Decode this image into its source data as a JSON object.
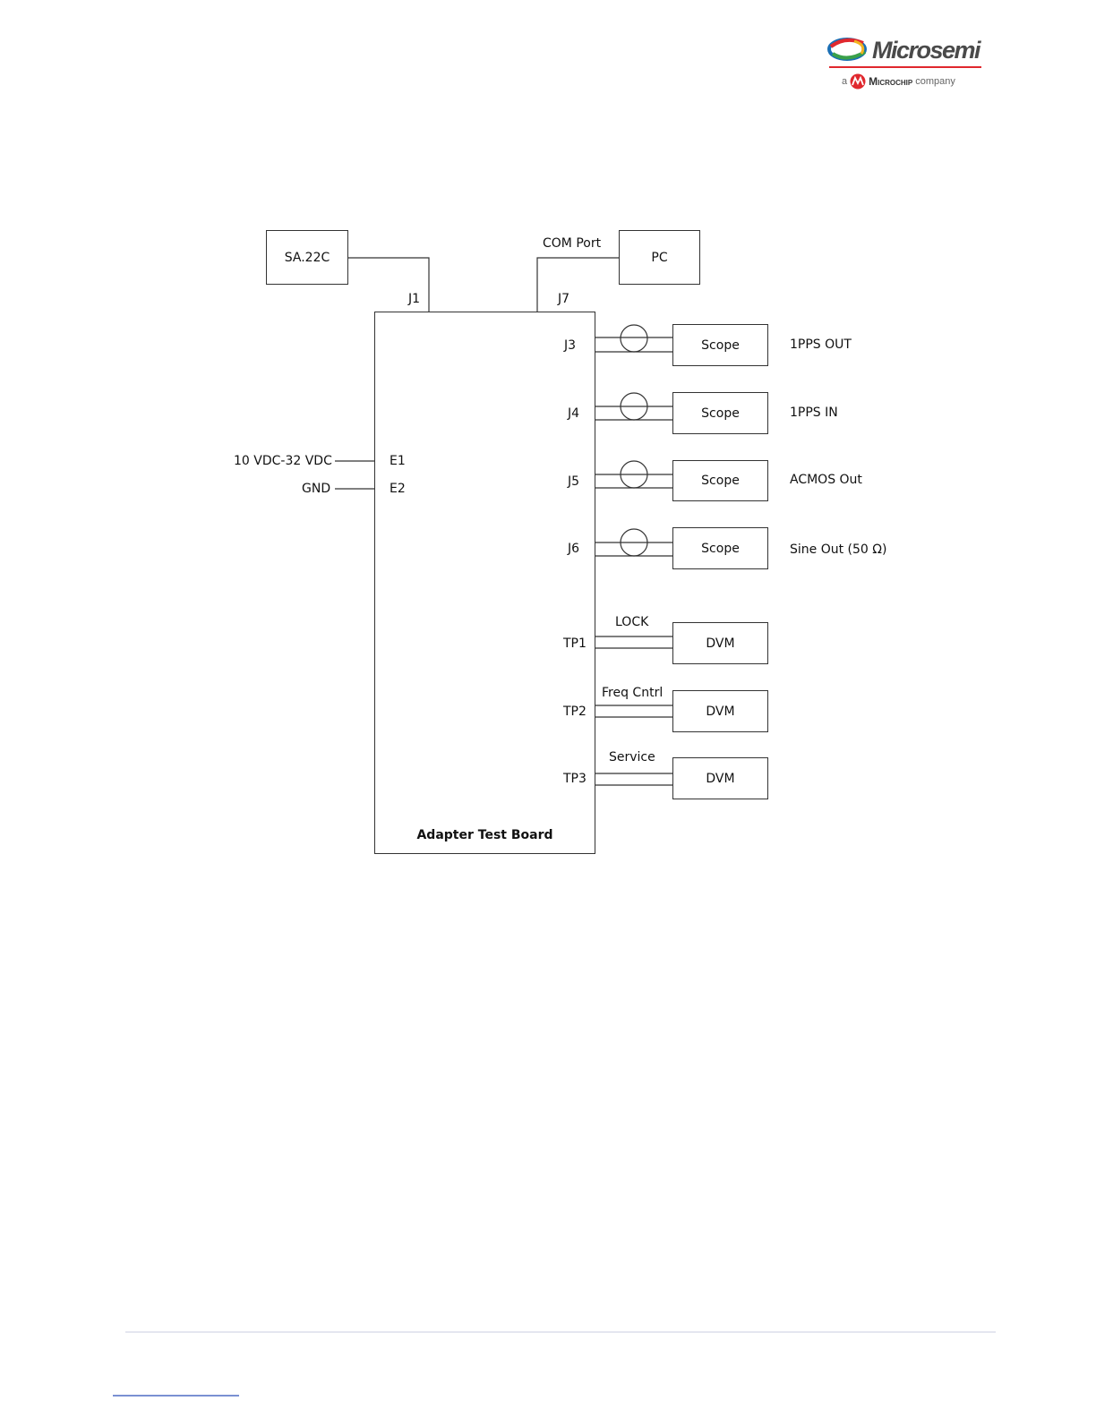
{
  "header": {
    "logo_name": "Microsemi",
    "logo_tagline_prefix": "a",
    "logo_tagline_brand": "Microchip",
    "logo_tagline_suffix": "company",
    "colors": {
      "red": "#e0282e",
      "blue": "#1a6fb5",
      "green": "#3aa04a",
      "yellow": "#f2b320",
      "text": "#4a4a4a"
    }
  },
  "diagram": {
    "sa22c": "SA.22C",
    "pc": "PC",
    "com_port": "COM Port",
    "j1": "J1",
    "j7": "J7",
    "board_title": "Adapter Test Board",
    "power": {
      "vin_label": "10 VDC-32 VDC",
      "gnd_label": "GND",
      "e1": "E1",
      "e2": "E2"
    },
    "coax_outputs": [
      {
        "connector": "J3",
        "instrument": "Scope",
        "signal": "1PPS OUT"
      },
      {
        "connector": "J4",
        "instrument": "Scope",
        "signal": "1PPS IN"
      },
      {
        "connector": "J5",
        "instrument": "Scope",
        "signal": "ACMOS Out"
      },
      {
        "connector": "J6",
        "instrument": "Scope",
        "signal": "Sine Out (50 Ω)"
      }
    ],
    "test_points": [
      {
        "connector": "TP1",
        "instrument": "DVM",
        "signal": "LOCK"
      },
      {
        "connector": "TP2",
        "instrument": "DVM",
        "signal": "Freq Cntrl"
      },
      {
        "connector": "TP3",
        "instrument": "DVM",
        "signal": "Service"
      }
    ]
  }
}
